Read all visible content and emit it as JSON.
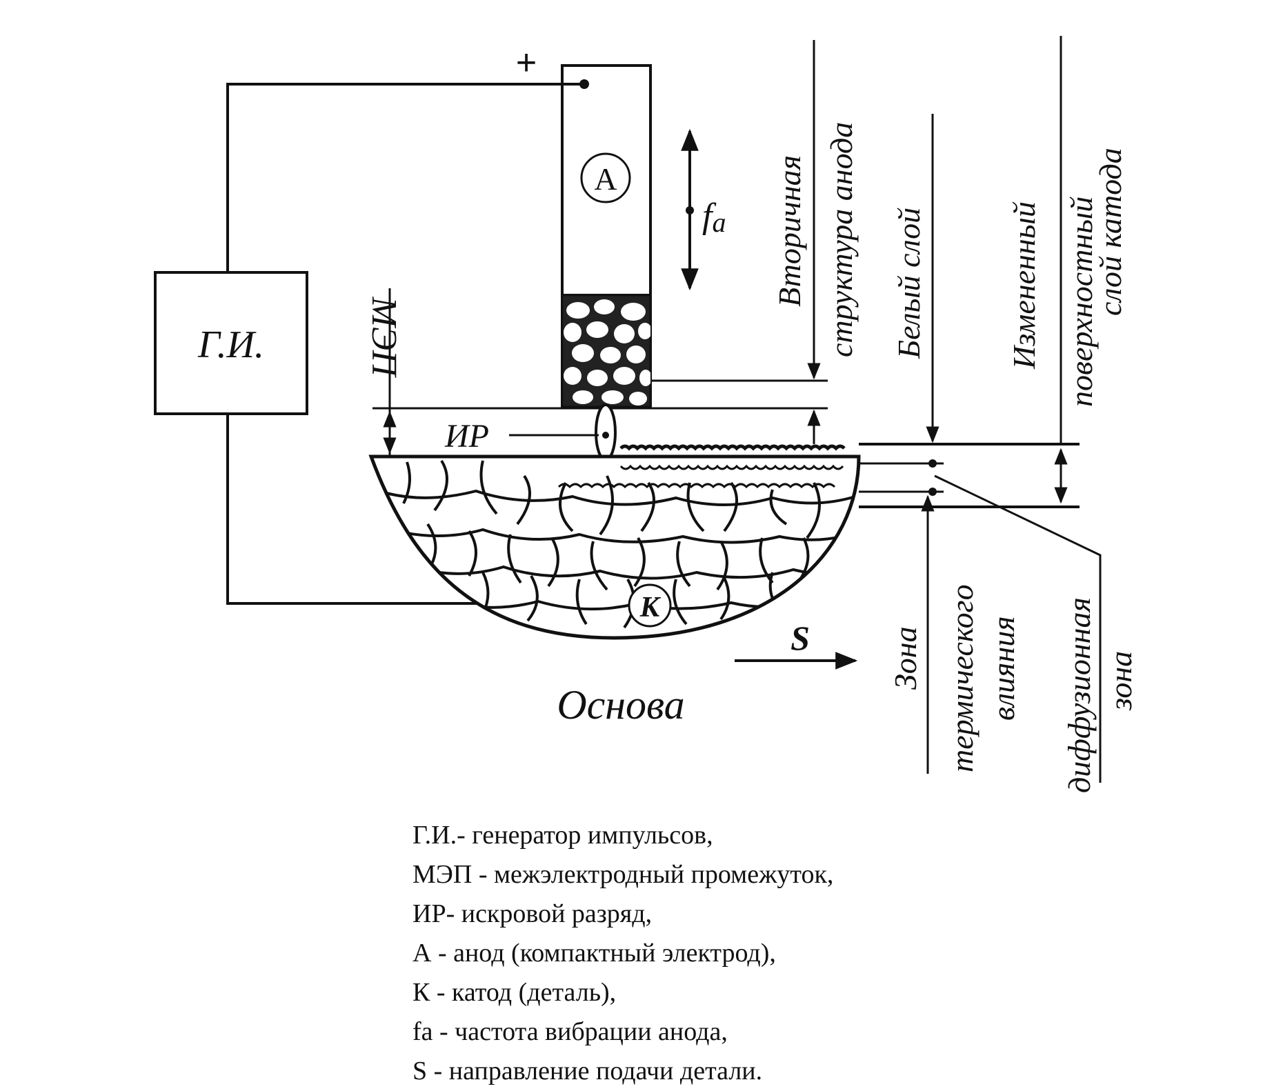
{
  "labels": {
    "generator": "Г.И.",
    "gap": "МЭП",
    "spark": "ИР",
    "anode": "А",
    "cathode": "К",
    "frequency_main": "f",
    "frequency_sub": "a",
    "plus": "+",
    "direction": "S",
    "base": "Основа",
    "secondary_structure_line1": "Вторичная",
    "secondary_structure_line2": "структура анода",
    "white_layer": "Белый слой",
    "modified_line1": "Измененный",
    "modified_line2": "поверхностный",
    "modified_line3": "слой катода",
    "heat_zone_line1": "Зона",
    "heat_zone_line2": "термического",
    "heat_zone_line3": "влияния",
    "diffusion_line1": "диффузионная",
    "diffusion_line2": "зона"
  },
  "legend": [
    "Г.И.- генератор импульсов,",
    "МЭП - межэлектродный промежуток,",
    "ИР- искровой разряд,",
    "А - анод (компактный электрод),",
    "К - катод (деталь),",
    "fa - частота вибрации анода,",
    "S - направление подачи детали."
  ],
  "colors": {
    "ink": "#111111",
    "background": "#ffffff"
  }
}
